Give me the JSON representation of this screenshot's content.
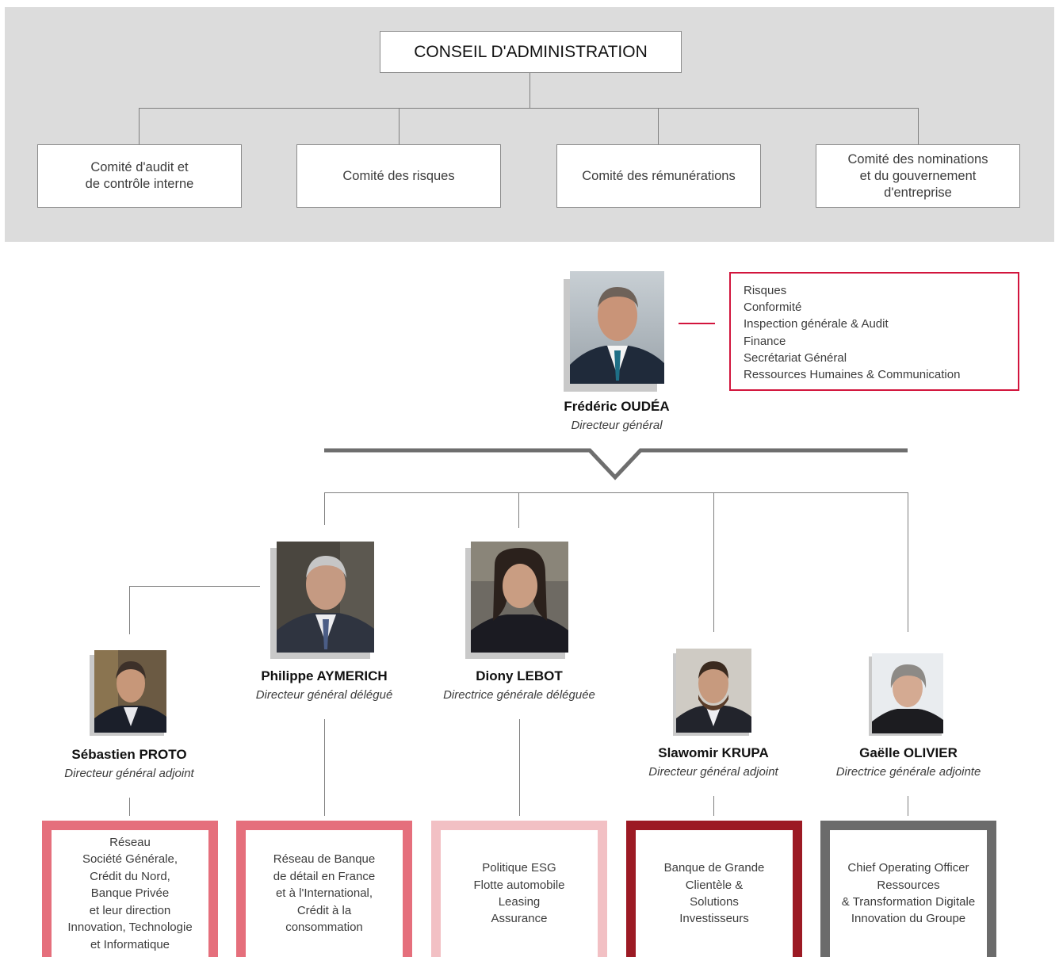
{
  "board": {
    "title": "CONSEIL D'ADMINISTRATION",
    "committees": [
      "Comité d'audit et\nde contrôle interne",
      "Comité des risques",
      "Comité des rémunérations",
      "Comité des nominations\net du gouvernement\nd'entreprise"
    ]
  },
  "ceo": {
    "name": "Frédéric OUDÉA",
    "title": "Directeur général",
    "functions": [
      "Risques",
      "Conformité",
      "Inspection générale & Audit",
      "Finance",
      "Secrétariat Général",
      "Ressources Humaines & Communication"
    ]
  },
  "executives": [
    {
      "name": "Sébastien PROTO",
      "title": "Directeur général adjoint"
    },
    {
      "name": "Philippe AYMERICH",
      "title": "Directeur général délégué"
    },
    {
      "name": "Diony LEBOT",
      "title": "Directrice générale déléguée"
    },
    {
      "name": "Slawomir KRUPA",
      "title": "Directeur général adjoint"
    },
    {
      "name": "Gaëlle OLIVIER",
      "title": "Directrice générale adjointe"
    }
  ],
  "areas": [
    "Réseau\nSociété Générale,\nCrédit du Nord,\nBanque Privée\net leur direction\nInnovation, Technologie\net Informatique",
    "Réseau de Banque\nde détail en France\net à l'International,\nCrédit à la\nconsommation",
    "Politique ESG\nFlotte automobile\nLeasing\nAssurance",
    "Banque de Grande\nClientèle &\nSolutions\nInvestisseurs",
    "Chief Operating Officer\nRessources\n& Transformation Digitale\nInnovation du Groupe"
  ],
  "colors": {
    "band": "#dcdcdc",
    "accent_red": "#d2153d",
    "area_borders": [
      "#e56f7c",
      "#e56f7c",
      "#f2c0c4",
      "#9c1a24",
      "#6b6b6b"
    ],
    "connector": "#7f7f7f",
    "chevron": "#6e6e6e"
  }
}
